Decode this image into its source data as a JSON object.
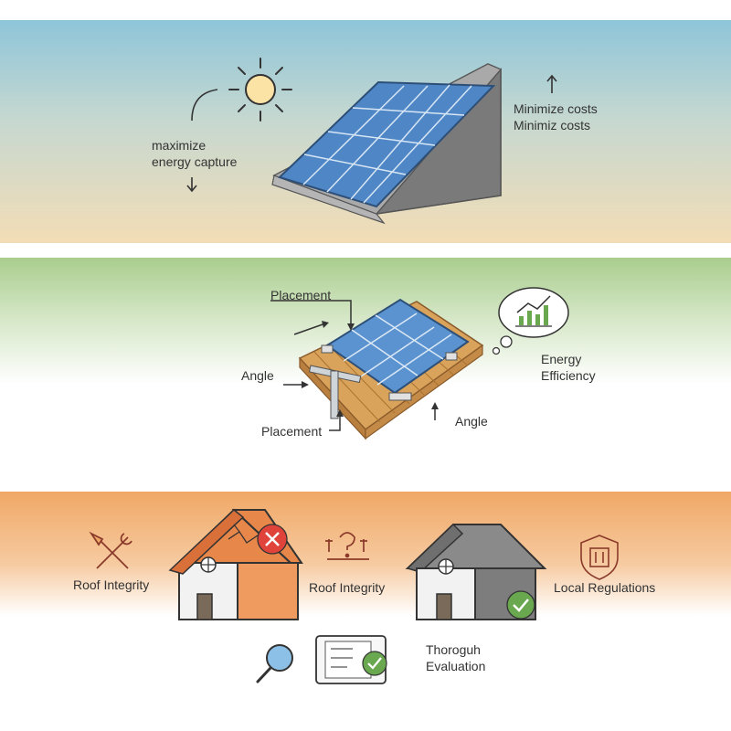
{
  "panel_top": {
    "label_left_line1": "maximize",
    "label_left_line2": "energy capture",
    "label_right_line1": "Minimize costs",
    "label_right_line2": "Minimiz costs"
  },
  "panel_middle": {
    "placement_top": "Placement",
    "angle_left": "Angle",
    "placement_bottom": "Placement",
    "angle_right": "Angle",
    "energy_line1": "Energy",
    "energy_line2": "Efficiency"
  },
  "panel_bottom": {
    "roof_integrity_1": "Roof Integrity",
    "roof_integrity_2": "Roof Integrity",
    "local_regulations": "Local Regulations",
    "evaluation_line1": "Thoroguh",
    "evaluation_line2": "Evaluation"
  },
  "colors": {
    "panel_blue": "#4f86c6",
    "roof_orange": "#e8874a",
    "house_gray": "#8a8a8a",
    "check_green": "#6aa84f",
    "cross_red": "#e0433a",
    "wood": "#d9a35c"
  },
  "icons": [
    "sun-icon",
    "tools-icon",
    "question-tools-icon",
    "shield-building-icon",
    "magnifier-icon",
    "checklist-icon",
    "bar-chart-icon",
    "check-icon",
    "cross-icon"
  ]
}
